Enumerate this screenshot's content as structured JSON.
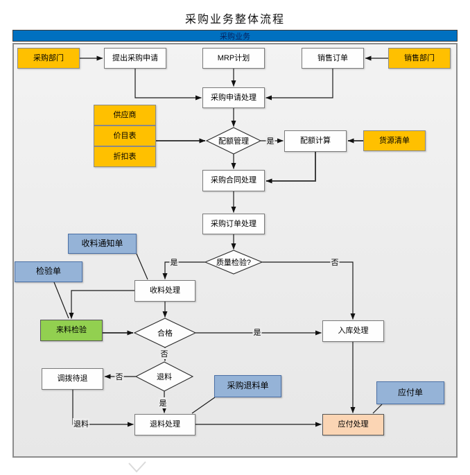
{
  "title": "采购业务整体流程",
  "header": {
    "label": "采购业务"
  },
  "nodes": {
    "caigou_bumen": "采购部门",
    "tichu_shenqing": "提出采购申请",
    "mrp": "MRP计划",
    "xiaoshou_dingdan": "销售订单",
    "xiaoshou_bumen": "销售部门",
    "shenqing_chuli": "采购申请处理",
    "gongyingshang": "供应商",
    "jiamu_biao": "价目表",
    "zhekou_biao": "折扣表",
    "peie_guanli": "配额管理",
    "peie_jisuan": "配额计算",
    "huoyuan_qingdan": "货源清单",
    "hetong_chuli": "采购合同处理",
    "dingdan_chuli": "采购订单处理",
    "zhiliang_jianyan": "质量检验?",
    "shouliao_tongzhidan": "收料通知单",
    "jianyan_dan": "检验单",
    "shouliao_chuli": "收料处理",
    "lailiao_jianyan": "来料检验",
    "ruku_chuli": "入库处理",
    "hege": "合格",
    "tuiliao": "退料",
    "diaobo_daitui": "调拨待退",
    "caigou_tuiliao_dan": "采购退料单",
    "yingfu_dan": "应付单",
    "tuiliao_chuli": "退料处理",
    "yingfu_chuli": "应付处理"
  },
  "edge_labels": {
    "peie_yes": "是",
    "jianyan_yes": "是",
    "jianyan_no": "否",
    "hege_yes": "是",
    "hege_no": "否",
    "tuiliao_no": "否",
    "tuiliao_yes": "是",
    "tuiliao_line": "退料"
  },
  "colors": {
    "header_bar": "#0070C0",
    "orange_node": "#FFC000",
    "blue_note": "#95B3D7",
    "green_node": "#92D050",
    "peach_node": "#FBD5B4",
    "canvas_bg": "#ECECEC"
  }
}
